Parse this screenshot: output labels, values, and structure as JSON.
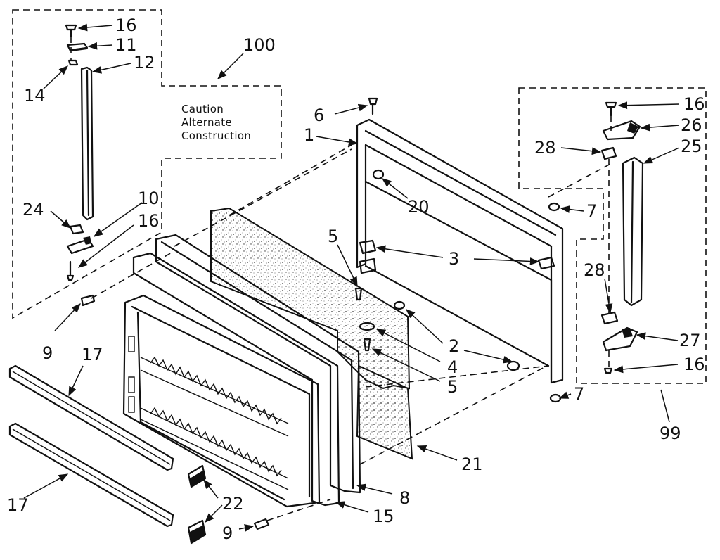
{
  "callouts": {
    "n1": "1",
    "n2": "2",
    "n3": "3",
    "n4": "4",
    "n5a": "5",
    "n5b": "5",
    "n6": "6",
    "n7a": "7",
    "n7b": "7",
    "n8": "8",
    "n9a": "9",
    "n9b": "9",
    "n10": "10",
    "n11": "11",
    "n12": "12",
    "n14": "14",
    "n15": "15",
    "n16a": "16",
    "n16b": "16",
    "n16c": "16",
    "n16d": "16",
    "n17a": "17",
    "n17b": "17",
    "n20": "20",
    "n21": "21",
    "n22": "22",
    "n24": "24",
    "n25": "25",
    "n26": "26",
    "n27": "27",
    "n28a": "28",
    "n28b": "28",
    "n99": "99",
    "n100": "100"
  },
  "note": {
    "line1": "Caution",
    "line2": "Alternate",
    "line3": "Construction"
  }
}
